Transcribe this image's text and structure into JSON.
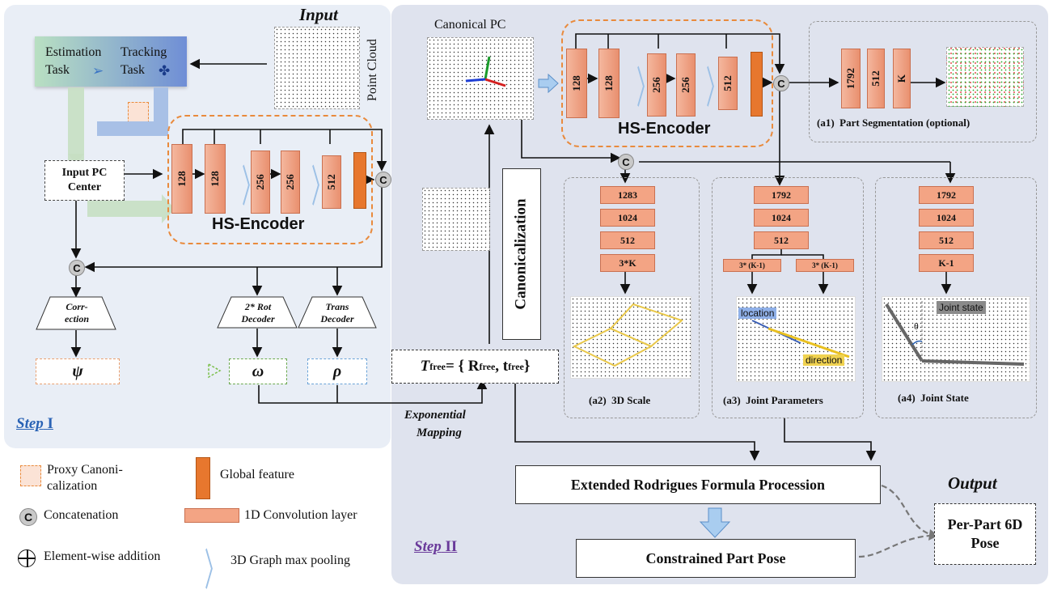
{
  "step1": {
    "title": "Input",
    "point_cloud_label": "Point Cloud",
    "task_estimation": "Estimation Task",
    "task_tracking": "Tracking Task",
    "input_pc_center": "Input PC Center",
    "encoder_title": "HS-Encoder",
    "conv_layers": [
      "128",
      "128",
      "256",
      "256",
      "512"
    ],
    "concat_symbol": "C",
    "correction_decoder": "Corr-ection",
    "rot_decoder": "2* Rot Decoder",
    "trans_decoder": "Trans Decoder",
    "psi": "ψ",
    "omega": "ω",
    "rho": "ρ",
    "step_label": "Step",
    "step_num": "I"
  },
  "step2": {
    "canonical_pc": "Canonical PC",
    "encoder_title": "HS-Encoder",
    "conv_layers": [
      "128",
      "128",
      "256",
      "256",
      "512"
    ],
    "canonicalization": "Canonicalization",
    "t_free": "T",
    "t_free_sub": "free",
    "t_free_rest": " = { R",
    "r_sub": "free",
    "t_mid": ", t",
    "t_sub": "free",
    "t_end": " }",
    "exp_mapping_1": "Exponential",
    "exp_mapping_2": "Mapping",
    "seg_layers": [
      "1792",
      "512",
      "K"
    ],
    "seg_label": "Part Segmentation (optional)",
    "seg_prefix": "(a1)",
    "scale_layers": [
      "1283",
      "1024",
      "512",
      "3*K"
    ],
    "scale_label": "3D Scale",
    "scale_prefix": "(a2)",
    "joint_layers": [
      "1792",
      "1024",
      "512"
    ],
    "joint_split": [
      "3* (K-1)",
      "3* (K-1)"
    ],
    "joint_label": "Joint Parameters",
    "joint_prefix": "(a3)",
    "location_tag": "location",
    "direction_tag": "direction",
    "state_layers": [
      "1792",
      "1024",
      "512",
      "K-1"
    ],
    "state_label": "Joint State",
    "state_prefix": "(a4)",
    "joint_state_tag": "Joint state",
    "theta": "θ",
    "rodrigues": "Extended Rodrigues Formula Procession",
    "constrained": "Constrained Part Pose",
    "output_title": "Output",
    "output_box": "Per-Part 6D Pose",
    "step_label": "Step",
    "step_num": "II"
  },
  "legend": {
    "proxy": "Proxy Canoni-calization",
    "concat": "Concatenation",
    "concat_symbol": "C",
    "elementwise": "Element-wise addition",
    "global_feature": "Global feature",
    "conv1d": "1D Convolution layer",
    "pooling": "3D Graph max pooling"
  },
  "colors": {
    "accent_orange": "#e98a3c",
    "conv_fill": "#f3a484",
    "global_feature": "#e7772e",
    "pooling_blue": "#9cc0e6",
    "step1_color": "#2a63b5",
    "step2_color": "#6a3a9a"
  }
}
